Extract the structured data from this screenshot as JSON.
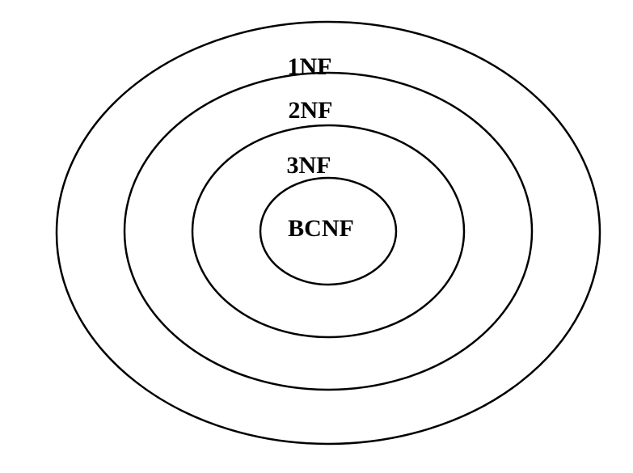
{
  "diagram": {
    "rings": [
      {
        "label": "1NF"
      },
      {
        "label": "2NF"
      },
      {
        "label": "3NF"
      },
      {
        "label": "BCNF"
      }
    ]
  }
}
